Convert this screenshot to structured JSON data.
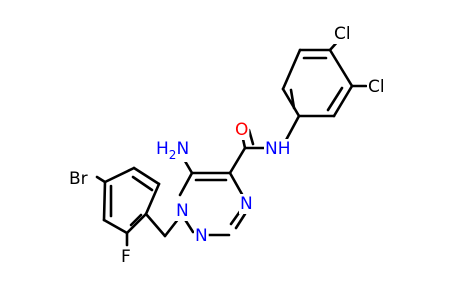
{
  "molecule": {
    "atoms": {
      "cl_top": "Cl",
      "cl_right": "Cl",
      "o_carbonyl": "O",
      "n_amide": "NH",
      "n_amino": "H2N",
      "br": "Br",
      "n1": "N",
      "n2": "N",
      "n3": "N",
      "f": "F"
    }
  }
}
